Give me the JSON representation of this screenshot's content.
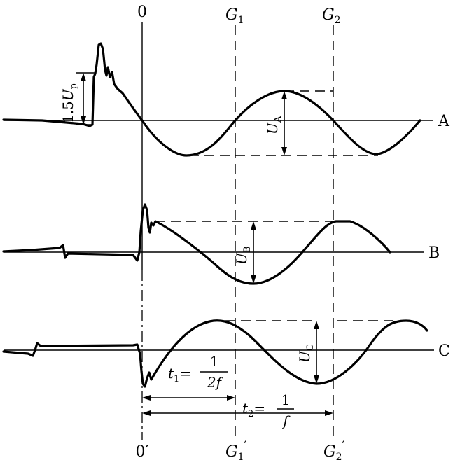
{
  "labels": {
    "origin_top": "0",
    "origin_bottom": "0′",
    "g1_top": "G",
    "g1_top_sub": "1",
    "g2_top": "G",
    "g2_top_sub": "2",
    "g1_bottom": "G",
    "g1_bottom_sub": "1",
    "g1_bottom_prime": "′",
    "g2_bottom": "G",
    "g2_bottom_sub": "2",
    "g2_bottom_prime": "′",
    "trace_a": "A",
    "trace_b": "B",
    "trace_c": "C"
  },
  "annotations": {
    "up_coef": "1.5",
    "up_var": "U",
    "up_sub": "p",
    "ua_var": "U",
    "ua_sub": "A",
    "ub_var": "U",
    "ub_sub": "B",
    "uc_var": "U",
    "uc_sub": "C",
    "t1_var": "t",
    "t1_sub": "1",
    "t1_eq": "=",
    "t1_num": "1",
    "t1_den": "2f",
    "t2_var": "t",
    "t2_sub": "2",
    "t2_eq": "=",
    "t2_num": "1",
    "t2_den": "f"
  }
}
